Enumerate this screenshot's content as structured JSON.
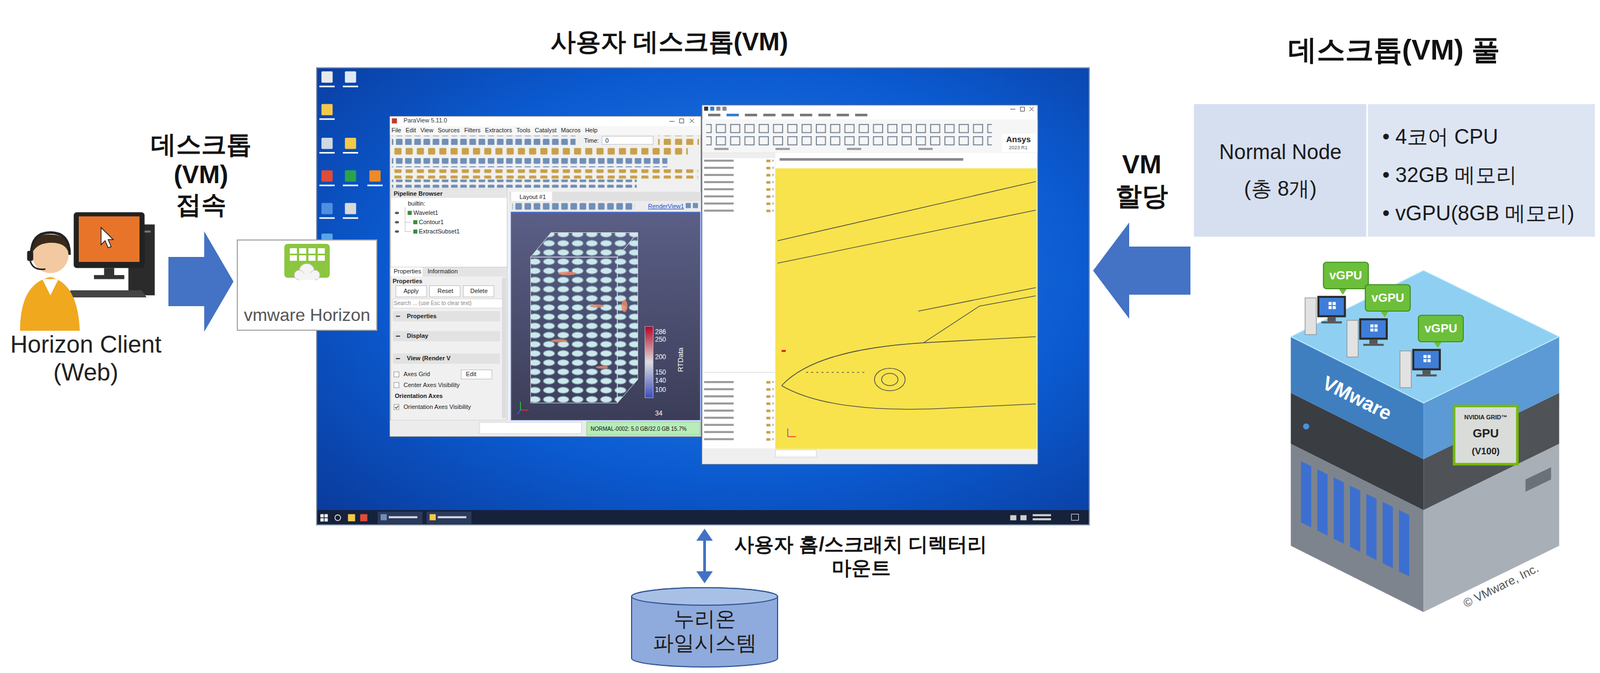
{
  "diagram": {
    "nodes": [
      {
        "text": [
          "Horizon Client (Web)"
        ]
      },
      {
        "text": [
          "vmware Horizon"
        ]
      },
      {
        "text": [
          "사용자 데스크톱(VM)"
        ]
      },
      {
        "text": [
          "데스크톱(VM) 풀"
        ]
      },
      {
        "text": [
          "누리온 파일시스템"
        ]
      }
    ],
    "edges": [
      {
        "from": 0,
        "to": 1,
        "label": "데스크톱 (VM) 접속",
        "arrow": "to"
      },
      {
        "from": 3,
        "to": 2,
        "label": "VM 할당",
        "arrow": "to"
      },
      {
        "from": 2,
        "to": 4,
        "label": "사용자 홈/스크래치 디렉터리 마운트",
        "arrow": "both"
      }
    ],
    "labels": [
      "Normal Node (총 8개)",
      "• 4코어 CPU",
      "• 32GB 메모리",
      "• vGPU(8GB 메모리)",
      "vGPU",
      "vGPU",
      "vGPU",
      "VMware",
      "NVIDIA GRID™",
      "GPU",
      "(V100)",
      "© VMware, Inc.",
      "ParaView 5.11.0",
      "File Edit View Sources Filters Extractors Tools Catalyst Macros Help",
      "Time:",
      "0",
      "Pipeline Browser",
      "builtin:",
      "Wavelet1",
      "Contour1",
      "ExtractSubset1",
      "Layout #1",
      "RenderView1",
      "Properties",
      "Information",
      "Properties",
      "Apply",
      "Reset",
      "Delete",
      "Search ... (use Esc to clear text)",
      "Properties",
      "Display",
      "View (Render V",
      "Axes Grid",
      "Edit",
      "Center Axes Visibility",
      "Orientation Axes",
      "Orientation Axes Visibility",
      "286",
      "250",
      "200",
      "150",
      "140",
      "100",
      "34",
      "RTData",
      "NORMAL-0002: 5.0 GB/32.0 GB 15.7%",
      "Ansys",
      "2023 R1"
    ]
  }
}
